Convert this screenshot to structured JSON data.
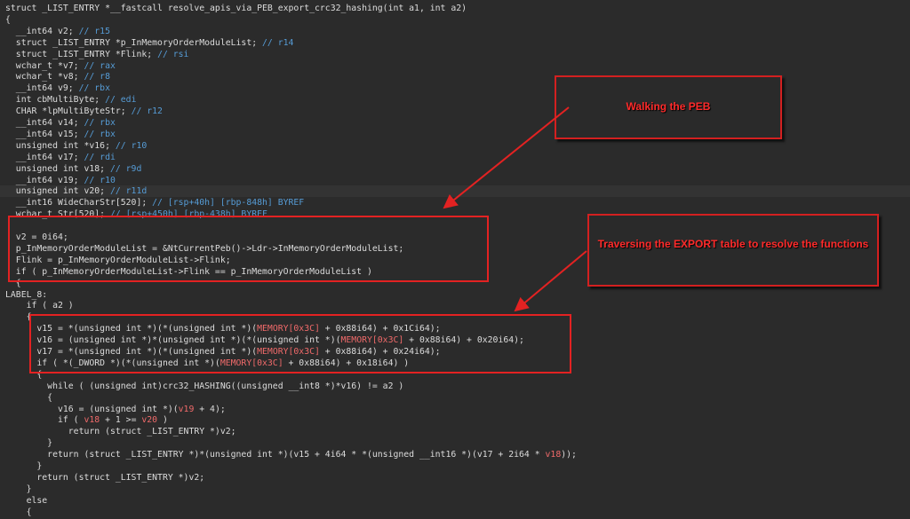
{
  "code_lines": [
    {
      "tokens": [
        [
          "kw",
          "struct _LIST_ENTRY *__fastcall resolve_apis_via_PEB_export_crc32_hashing(int a1, int a2)"
        ]
      ]
    },
    {
      "tokens": [
        [
          "kw",
          "{"
        ]
      ]
    },
    {
      "tokens": [
        [
          "kw",
          "  __int64 v2; "
        ],
        [
          "cm",
          "// r15"
        ]
      ]
    },
    {
      "tokens": [
        [
          "kw",
          "  struct _LIST_ENTRY *p_InMemoryOrderModuleList; "
        ],
        [
          "cm",
          "// r14"
        ]
      ]
    },
    {
      "tokens": [
        [
          "kw",
          "  struct _LIST_ENTRY *Flink; "
        ],
        [
          "cm",
          "// rsi"
        ]
      ]
    },
    {
      "tokens": [
        [
          "kw",
          "  wchar_t *v7; "
        ],
        [
          "cm",
          "// rax"
        ]
      ]
    },
    {
      "tokens": [
        [
          "kw",
          "  wchar_t *v8; "
        ],
        [
          "cm",
          "// r8"
        ]
      ]
    },
    {
      "tokens": [
        [
          "kw",
          "  __int64 v9; "
        ],
        [
          "cm",
          "// rbx"
        ]
      ]
    },
    {
      "tokens": [
        [
          "kw",
          "  int cbMultiByte; "
        ],
        [
          "cm",
          "// edi"
        ]
      ]
    },
    {
      "tokens": [
        [
          "kw",
          "  CHAR *lpMultiByteStr; "
        ],
        [
          "cm",
          "// r12"
        ]
      ]
    },
    {
      "tokens": [
        [
          "kw",
          "  __int64 v14; "
        ],
        [
          "cm",
          "// rbx"
        ]
      ]
    },
    {
      "tokens": [
        [
          "kw",
          "  __int64 v15; "
        ],
        [
          "cm",
          "// rbx"
        ]
      ]
    },
    {
      "tokens": [
        [
          "kw",
          "  unsigned int *v16; "
        ],
        [
          "cm",
          "// r10"
        ]
      ]
    },
    {
      "tokens": [
        [
          "kw",
          "  __int64 v17; "
        ],
        [
          "cm",
          "// rdi"
        ]
      ]
    },
    {
      "tokens": [
        [
          "kw",
          "  unsigned int v18; "
        ],
        [
          "cm",
          "// r9d"
        ]
      ]
    },
    {
      "tokens": [
        [
          "kw",
          "  __int64 v19; "
        ],
        [
          "cm",
          "// r10"
        ]
      ]
    },
    {
      "tokens": [
        [
          "kw",
          "  unsigned int v20; "
        ],
        [
          "cm",
          "// r11d"
        ]
      ],
      "highlight": true
    },
    {
      "tokens": [
        [
          "kw",
          "  __int16 WideCharStr[520]; "
        ],
        [
          "cm",
          "// [rsp+40h] [rbp-848h] BYREF"
        ]
      ]
    },
    {
      "tokens": [
        [
          "kw",
          "  wchar_t Str[520]; "
        ],
        [
          "cm",
          "// [rsp+450h] [rbp-438h] BYREF"
        ]
      ]
    },
    {
      "tokens": [
        [
          "kw",
          ""
        ]
      ]
    },
    {
      "tokens": [
        [
          "kw",
          "  v2 = 0i64;"
        ]
      ]
    },
    {
      "tokens": [
        [
          "kw",
          "  p_InMemoryOrderModuleList = &NtCurrentPeb()->Ldr->InMemoryOrderModuleList;"
        ]
      ]
    },
    {
      "tokens": [
        [
          "kw",
          "  Flink = p_InMemoryOrderModuleList->Flink;"
        ]
      ]
    },
    {
      "tokens": [
        [
          "kw",
          "  if ( p_InMemoryOrderModuleList->Flink == p_InMemoryOrderModuleList )"
        ]
      ]
    },
    {
      "tokens": [
        [
          "kw",
          "  {"
        ]
      ]
    },
    {
      "tokens": [
        [
          "kw",
          "LABEL_8:"
        ]
      ]
    },
    {
      "tokens": [
        [
          "kw",
          "    if ( a2 )"
        ]
      ]
    },
    {
      "tokens": [
        [
          "kw",
          "    {"
        ]
      ]
    },
    {
      "tokens": [
        [
          "kw",
          "      v15 = *(unsigned int *)(*(unsigned int *)("
        ],
        [
          "mem",
          "MEMORY[0x3C]"
        ],
        [
          "kw",
          " + 0x88i64) + 0x1Ci64);"
        ]
      ]
    },
    {
      "tokens": [
        [
          "kw",
          "      v16 = (unsigned int *)*(unsigned int *)(*(unsigned int *)("
        ],
        [
          "mem",
          "MEMORY[0x3C]"
        ],
        [
          "kw",
          " + 0x88i64) + 0x20i64);"
        ]
      ]
    },
    {
      "tokens": [
        [
          "kw",
          "      v17 = *(unsigned int *)(*(unsigned int *)("
        ],
        [
          "mem",
          "MEMORY[0x3C]"
        ],
        [
          "kw",
          " + 0x88i64) + 0x24i64);"
        ]
      ]
    },
    {
      "tokens": [
        [
          "kw",
          "      if ( *(_DWORD *)(*(unsigned int *)("
        ],
        [
          "mem",
          "MEMORY[0x3C]"
        ],
        [
          "kw",
          " + 0x88i64) + 0x18i64) )"
        ]
      ]
    },
    {
      "tokens": [
        [
          "kw",
          "      {"
        ]
      ]
    },
    {
      "tokens": [
        [
          "kw",
          "        while ( (unsigned int)crc32_HASHING((unsigned __int8 *)*v16) != a2 )"
        ]
      ]
    },
    {
      "tokens": [
        [
          "kw",
          "        {"
        ]
      ]
    },
    {
      "tokens": [
        [
          "kw",
          "          v16 = (unsigned int *)("
        ],
        [
          "red",
          "v19"
        ],
        [
          "kw",
          " + 4);"
        ]
      ]
    },
    {
      "tokens": [
        [
          "kw",
          "          if ( "
        ],
        [
          "red",
          "v18"
        ],
        [
          "kw",
          " + 1 >= "
        ],
        [
          "red",
          "v20"
        ],
        [
          "kw",
          " )"
        ]
      ]
    },
    {
      "tokens": [
        [
          "kw",
          "            return (struct _LIST_ENTRY *)v2;"
        ]
      ]
    },
    {
      "tokens": [
        [
          "kw",
          "        }"
        ]
      ]
    },
    {
      "tokens": [
        [
          "kw",
          "        return (struct _LIST_ENTRY *)*(unsigned int *)(v15 + 4i64 * *(unsigned __int16 *)(v17 + 2i64 * "
        ],
        [
          "red",
          "v18"
        ],
        [
          "kw",
          "));"
        ]
      ]
    },
    {
      "tokens": [
        [
          "kw",
          "      }"
        ]
      ]
    },
    {
      "tokens": [
        [
          "kw",
          "      return (struct _LIST_ENTRY *)v2;"
        ]
      ]
    },
    {
      "tokens": [
        [
          "kw",
          "    }"
        ]
      ]
    },
    {
      "tokens": [
        [
          "kw",
          "    else"
        ]
      ]
    },
    {
      "tokens": [
        [
          "kw",
          "    {"
        ]
      ]
    }
  ],
  "callouts": {
    "peb": "Walking the PEB",
    "export": "Traversing the EXPORT table to resolve the functions"
  },
  "colors": {
    "background": "#2b2b2b",
    "annotation_red": "#e32222",
    "comment_blue": "#569cd6",
    "memory_red": "#f06a6a"
  }
}
